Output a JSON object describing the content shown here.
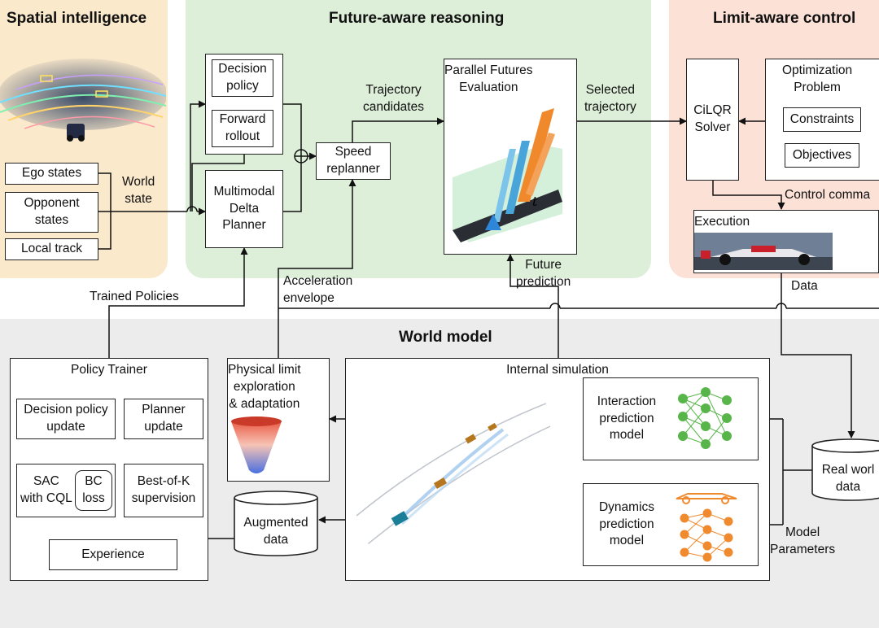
{
  "panels": {
    "spatial": {
      "title": "Spatial intelligence"
    },
    "future": {
      "title": "Future-aware reasoning"
    },
    "limit": {
      "title": "Limit-aware control"
    },
    "world": {
      "title": "World model"
    }
  },
  "spatial": {
    "ego_states": "Ego states",
    "opponent_states": "Opponent\nstates",
    "local_track": "Local track",
    "world_state": "World\nstate"
  },
  "future": {
    "decision_policy": "Decision\npolicy",
    "forward_rollout": "Forward\nrollout",
    "multimodal_planner": "Multimodal\nDelta\nPlanner",
    "speed_replanner": "Speed\nreplanner",
    "trajectory_candidates": "Trajectory\ncandidates",
    "parallel_futures": "Parallel Futures\nEvaluation",
    "time_axis": "t",
    "selected_trajectory": "Selected\ntrajectory",
    "future_prediction": "Future\nprediction",
    "acceleration_envelope": "Acceleration\nenvelope",
    "trained_policies": "Trained Policies"
  },
  "control": {
    "cilqr_solver": "CiLQR\nSolver",
    "optimization_problem": "Optimization\nProblem",
    "constraints": "Constraints",
    "objectives": "Objectives",
    "control_command": "Control comma",
    "execution": "Execution",
    "data": "Data"
  },
  "world": {
    "policy_trainer": "Policy Trainer",
    "decision_policy_update": "Decision policy\nupdate",
    "planner_update": "Planner\nupdate",
    "sac_cql": "SAC\nwith CQL",
    "bc_loss": "BC\nloss",
    "best_of_k": "Best-of-K\nsupervision",
    "experience": "Experience",
    "augmented_data": "Augmented\ndata",
    "physical_limit": "Physical limit\nexploration\n& adaptation",
    "internal_simulation": "Internal simulation",
    "interaction_model": "Interaction\nprediction\nmodel",
    "dynamics_model": "Dynamics\nprediction\nmodel",
    "real_world_data": "Real worl\ndata",
    "model_parameters": "Model\nParameters"
  },
  "colors": {
    "spatial_bg": "#fbe9cc",
    "future_bg": "#deefd9",
    "limit_bg": "#fbe1d6",
    "world_bg": "#ececec",
    "nn_green": "#58b54a",
    "nn_orange": "#f08a2e"
  }
}
